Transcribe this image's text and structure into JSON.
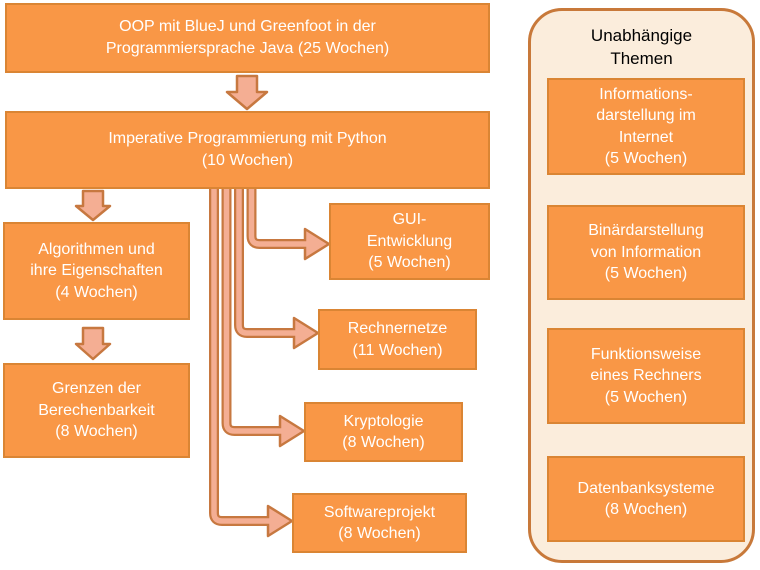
{
  "diagram": {
    "main_sequence": [
      {
        "id": "oop",
        "text": "OOP mit BlueJ und Greenfoot in der\nProgrammiersprache Java (25 Wochen)"
      },
      {
        "id": "python",
        "text": "Imperative Programmierung mit Python\n(10 Wochen)"
      },
      {
        "id": "algorithmen",
        "text": "Algorithmen und\nihre Eigenschaften\n(4 Wochen)"
      },
      {
        "id": "grenzen",
        "text": "Grenzen der\nBerechenbarkeit\n(8 Wochen)"
      }
    ],
    "branches": [
      {
        "id": "gui",
        "text": "GUI-\nEntwicklung\n(5 Wochen)"
      },
      {
        "id": "rechnernetze",
        "text": "Rechnernetze\n(11 Wochen)"
      },
      {
        "id": "kryptologie",
        "text": "Kryptologie\n(8 Wochen)"
      },
      {
        "id": "softwareprojekt",
        "text": "Softwareprojekt\n(8 Wochen)"
      }
    ],
    "independent": {
      "title": "Unabhängige\nThemen",
      "boxes": [
        {
          "text": "Informations-\ndarstellung im\nInternet\n(5 Wochen)"
        },
        {
          "text": "Binärdarstellung\nvon Information\n(5 Wochen)"
        },
        {
          "text": "Funktionsweise\neines Rechners\n(5 Wochen)"
        },
        {
          "text": "Datenbanksysteme\n(8 Wochen)"
        }
      ]
    },
    "colors": {
      "box_fill": "#F99746",
      "box_border": "#DA8534",
      "box_text": "#FFFFFF",
      "arrow_fill": "#F4AE93",
      "arrow_border": "#C77840",
      "panel_fill": "#FBEDDC",
      "panel_border": "#C8793A",
      "title_text": "#000000"
    }
  }
}
